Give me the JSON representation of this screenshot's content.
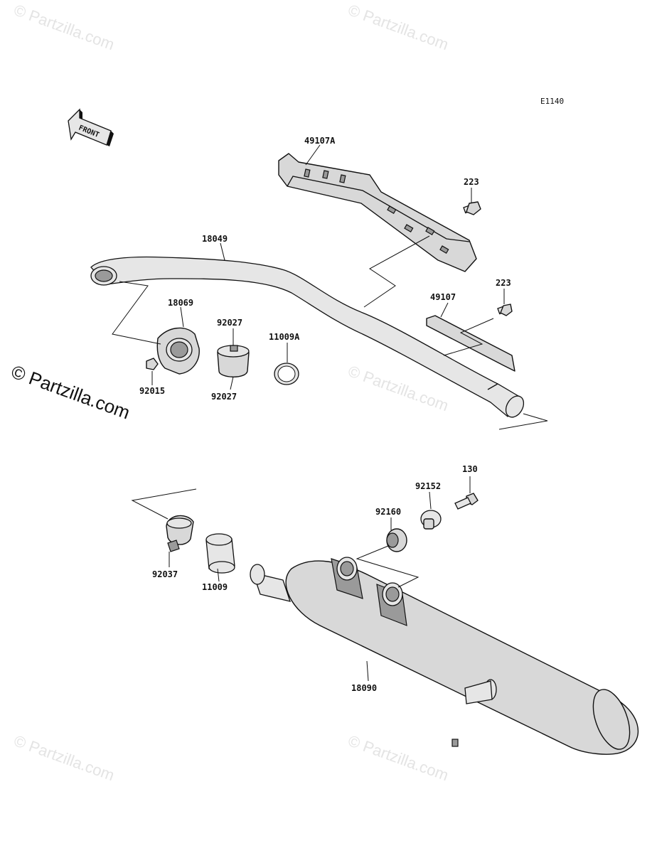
{
  "diagram": {
    "code": "E1140",
    "front_label": "FRONT"
  },
  "watermarks": {
    "small": "© Partzilla.com",
    "large": "© Partzilla.com"
  },
  "parts": {
    "p49107A": "49107A",
    "p223_top": "223",
    "p18049": "18049",
    "p223_mid": "223",
    "p49107": "49107",
    "p18069": "18069",
    "p92027_top": "92027",
    "p11009A": "11009A",
    "p92015": "92015",
    "p92027_bot": "92027",
    "p130": "130",
    "p92152": "92152",
    "p92160": "92160",
    "p92037": "92037",
    "p11009": "11009",
    "p18090": "18090"
  }
}
